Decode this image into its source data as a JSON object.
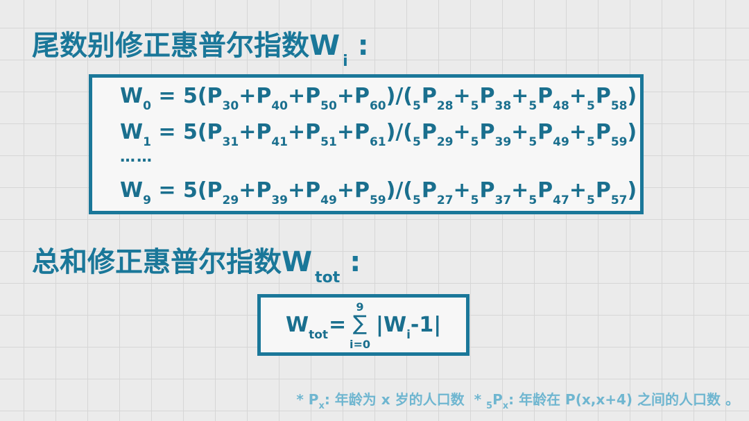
{
  "heading1": {
    "text": "尾数别修正惠普尔指数W",
    "sub": "i",
    "colon": ":"
  },
  "formulas": {
    "w0": {
      "lhs": "W",
      "lhs_sub": "0",
      "eq": " = 5(P",
      "a": "30",
      "b": "40",
      "c": "50",
      "d": "60",
      "e": "28",
      "f": "38",
      "g": "48",
      "h": "58"
    },
    "w1": {
      "lhs": "W",
      "lhs_sub": "1",
      "eq": " = 5(P",
      "a": "31",
      "b": "41",
      "c": "51",
      "d": "61",
      "e": "29",
      "f": "39",
      "g": "49",
      "h": "59"
    },
    "dots": "……",
    "w9": {
      "lhs": "W",
      "lhs_sub": "9",
      "eq": " = 5(P",
      "a": "29",
      "b": "39",
      "c": "49",
      "d": "59",
      "e": "27",
      "f": "37",
      "g": "47",
      "h": "57"
    },
    "plus_p": "+P",
    "div": ")/(",
    "pre5": "5",
    "p": "P",
    "plus": "+",
    "close": ")"
  },
  "heading2": {
    "text": "总和修正惠普尔指数W",
    "sub": "tot",
    "colon": ":"
  },
  "total": {
    "lhs": "W",
    "lhs_sub": "tot",
    "eq": "=",
    "sigma": "∑",
    "sigma_top": "9",
    "sigma_bottom": "i=0",
    "rhs_open": "|W",
    "rhs_sub": "i",
    "rhs_close": "-1|"
  },
  "note": {
    "star1": "* P",
    "x1": "x",
    "desc1": ": 年龄为 x 岁的人口数",
    "star2": "*",
    "pre": "5",
    "p2": "P",
    "x2": "x",
    "desc2": ": 年龄在 P(x,x+4) 之间的人口数 。"
  },
  "colors": {
    "accent": "#1a7799",
    "note": "#6fb6d0",
    "background": "#ebebeb"
  }
}
